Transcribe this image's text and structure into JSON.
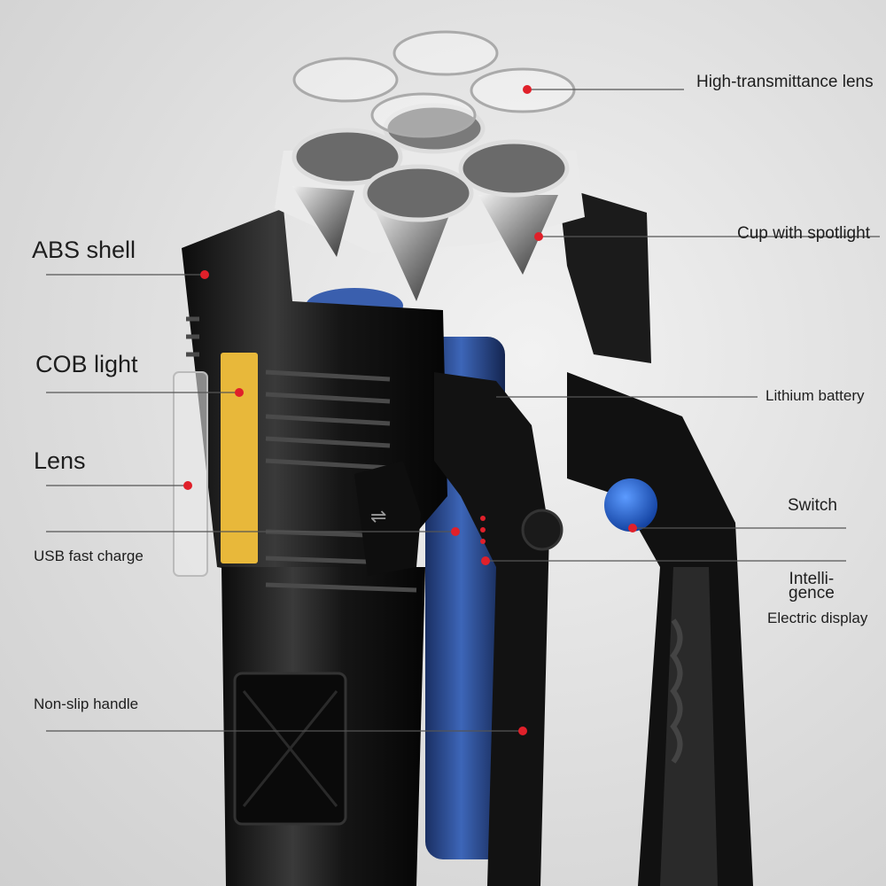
{
  "callouts": {
    "high_transmittance_lens": "High-transmittance lens",
    "abs_shell": "ABS shell",
    "cup_with_spotlight": "Cup with spotlight",
    "cob_light": "COB light",
    "lithium_battery": "Lithium battery",
    "lens": "Lens",
    "switch": "Switch",
    "usb_fast_charge": "USB fast charge",
    "intelligence_line1": "Intelli-",
    "intelligence_line2": "gence",
    "electric_display": "Electric display",
    "non_slip_handle": "Non-slip handle"
  },
  "colors": {
    "marker": "#e0202a",
    "leader_line": "#555555",
    "cob_panel": "#e8b83a",
    "battery": "#2c4f96",
    "switch_button": "#1d5fd6",
    "body": "#161616"
  }
}
